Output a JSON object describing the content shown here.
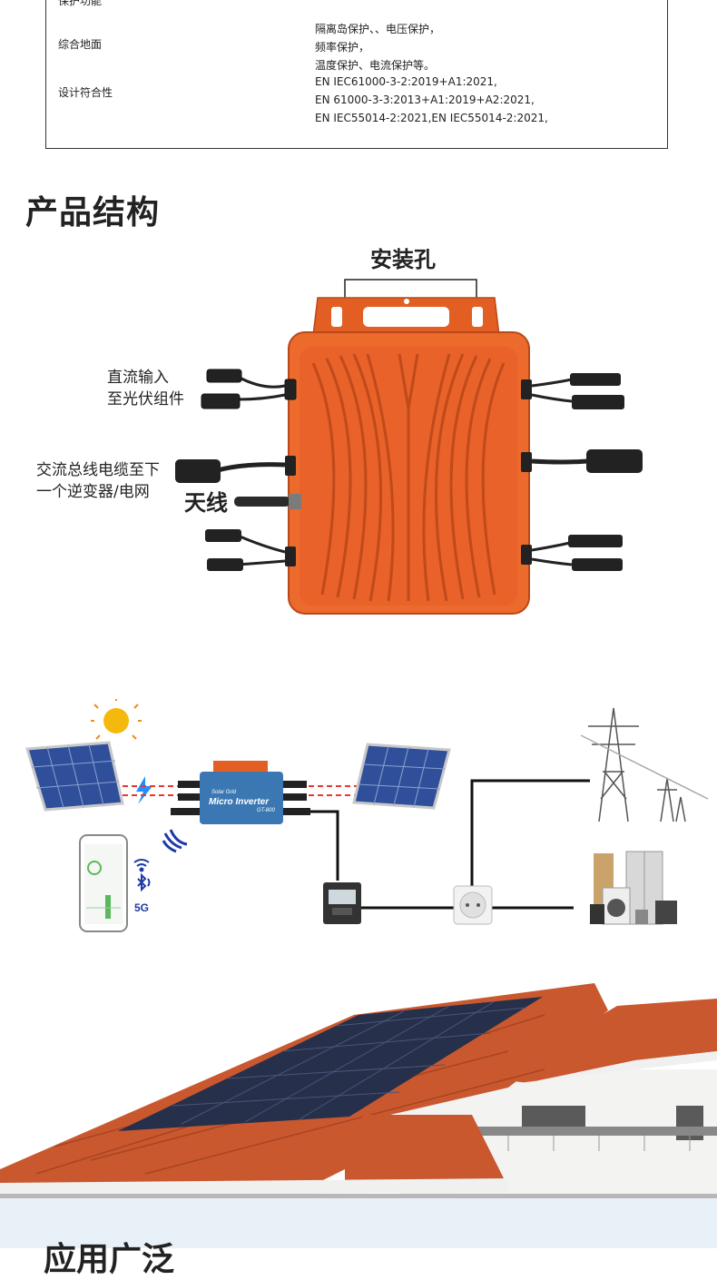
{
  "spec_table": {
    "top_partial_label": "保护功能",
    "rows": [
      {
        "label": "综合地面",
        "values": [
          "隔离岛保护、、电压保护，",
          "频率保护，",
          "温度保护、电流保护等。"
        ]
      },
      {
        "label": "设计符合性",
        "values": [
          "EN IEC61000-3-2:2019+A1:2021,",
          "EN 61000-3-3:2013+A1:2019+A2:2021,",
          "EN IEC55014-2:2021,EN IEC55014-2:2021,"
        ]
      }
    ]
  },
  "structure": {
    "title": "产品结构",
    "mount_hole_label": "安装孔",
    "dc_input_label_1": "直流输入",
    "dc_input_label_2": "至光伏组件",
    "ac_bus_label_1": "交流总线电缆至下",
    "ac_bus_label_2": "一个逆变器/电网",
    "antenna_label": "天线"
  },
  "system_diagram": {
    "inverter_small_text": "Solar Grid",
    "inverter_name": "Micro Inverter",
    "inverter_model": "GT-800",
    "connectivity": [
      "wifi-icon",
      "bluetooth-icon",
      "5G"
    ]
  },
  "application": {
    "title": "应用广泛"
  },
  "colors": {
    "inverter_orange": "#ec6a2b",
    "panel_blue": "#2f4f9a",
    "roof_tile": "#c9582f",
    "band": "#e8f1f8"
  }
}
